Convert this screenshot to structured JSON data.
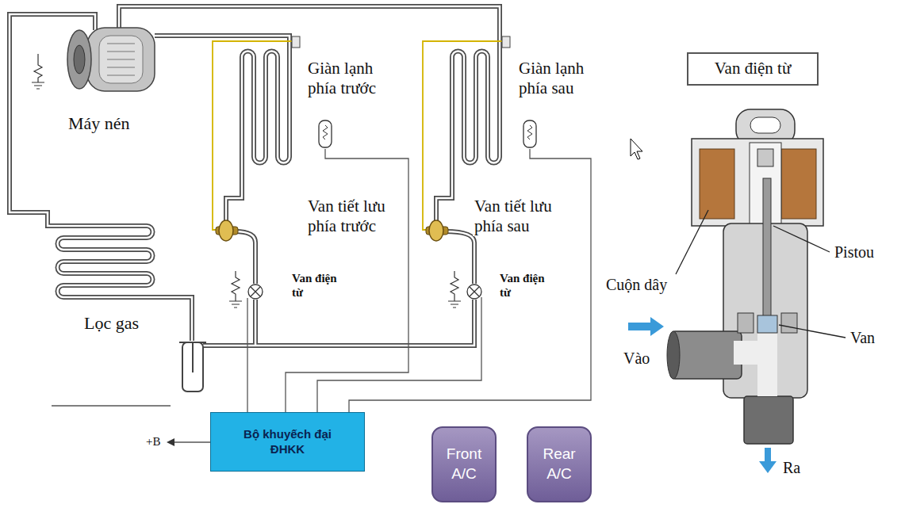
{
  "diagram": {
    "nodes": [
      {
        "text": [
          "Van điện từ"
        ]
      },
      {
        "text": [
          "Bộ khuyếch đại ĐHKK"
        ]
      },
      {
        "text": [
          "Front A/C"
        ]
      },
      {
        "text": [
          "Rear A/C"
        ]
      }
    ],
    "labels": [
      "Máy nén",
      "Giàn lạnh phía trước",
      "Giàn lạnh phía sau",
      "Van tiết lưu phía trước",
      "Van tiết lưu phía sau",
      "Van điện từ",
      "Van điện từ",
      "Lọc gas",
      "+B",
      "Cuộn dây",
      "Pistou",
      "Van",
      "Vào",
      "Ra"
    ]
  }
}
